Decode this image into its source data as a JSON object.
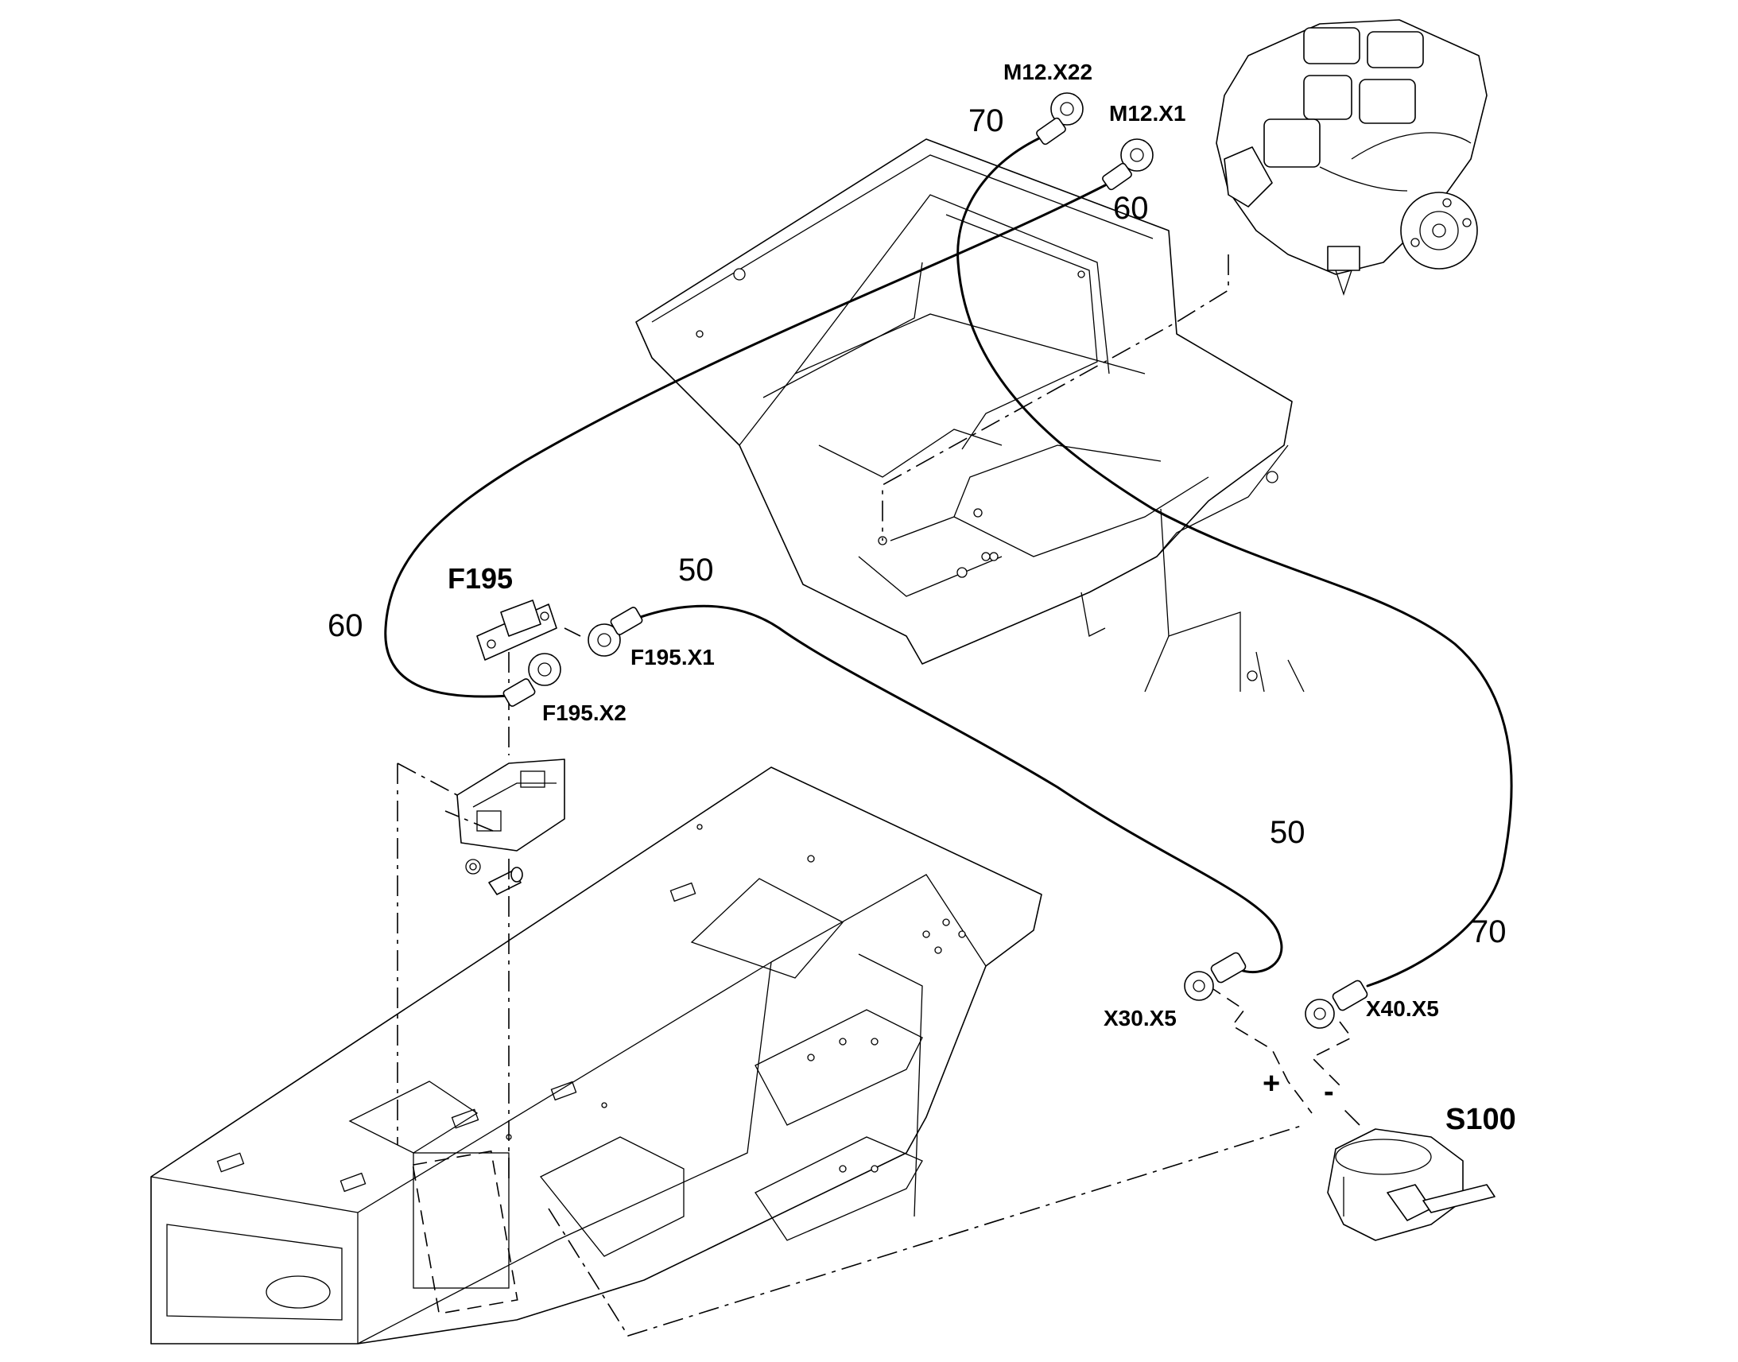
{
  "labels": {
    "m12_x22": "M12.X22",
    "m12_x1": "M12.X1",
    "f195": "F195",
    "f195_x1": "F195.X1",
    "f195_x2": "F195.X2",
    "x30_x5": "X30.X5",
    "x40_x5": "X40.X5",
    "s100": "S100",
    "plus": "+",
    "minus": "-"
  },
  "lengths": {
    "wire_70_top": "70",
    "wire_60_top": "60",
    "wire_60_left": "60",
    "wire_50_top": "50",
    "wire_50_right": "50",
    "wire_70_right": "70"
  }
}
